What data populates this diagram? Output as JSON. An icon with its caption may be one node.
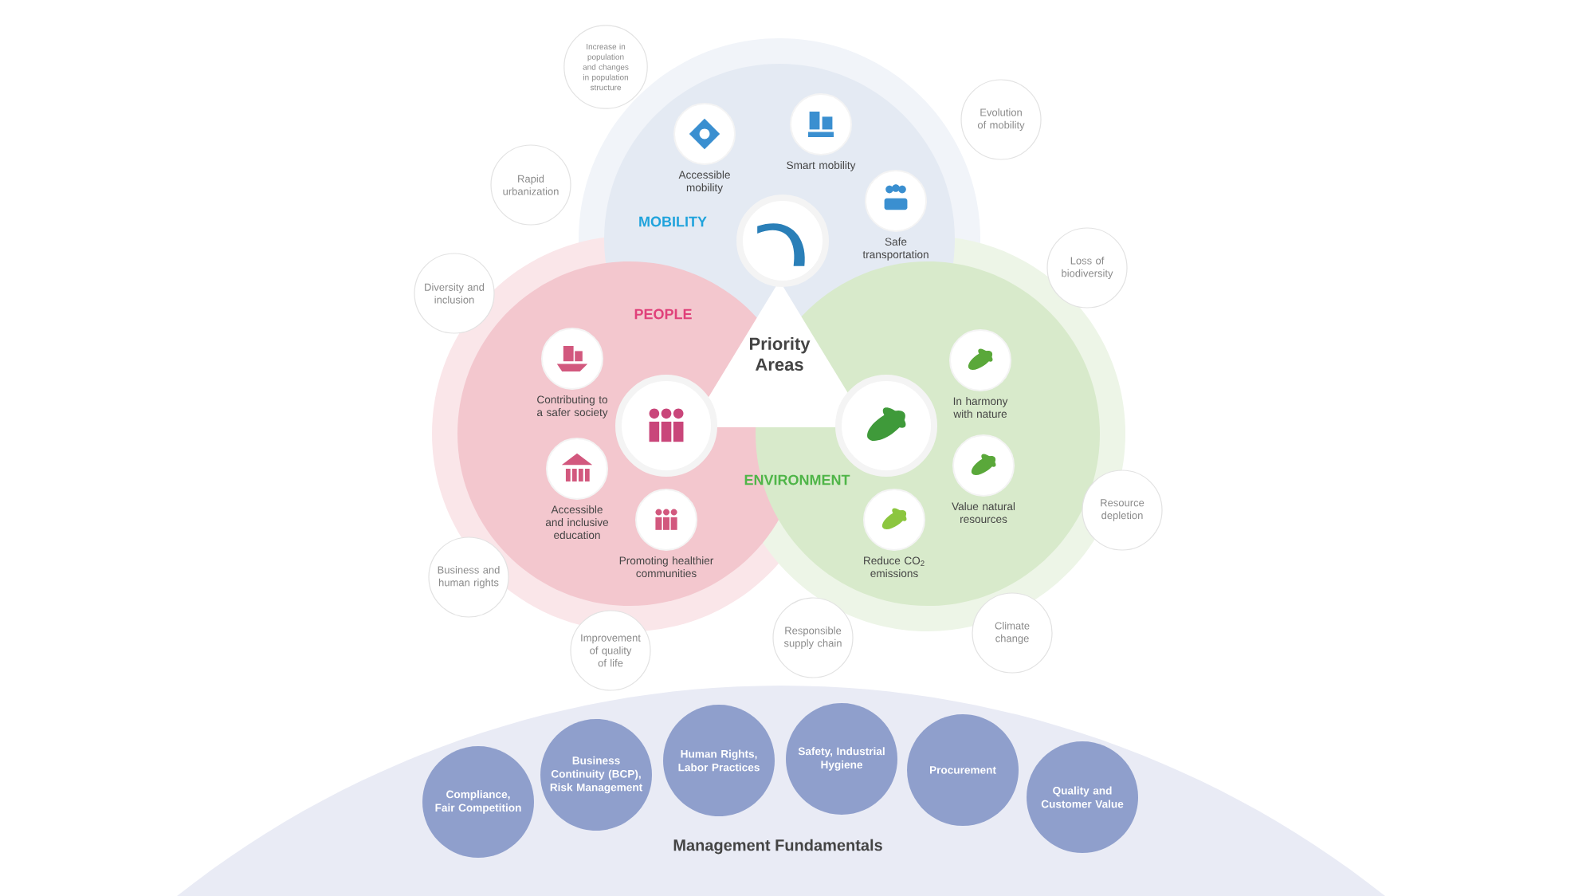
{
  "diagram": {
    "nodes": [
      {
        "text": [
          "MOBILITY"
        ]
      },
      {
        "text": [
          "PEOPLE"
        ]
      },
      {
        "text": [
          "ENVIRONMENT"
        ]
      },
      {
        "text": [
          "Priority Areas"
        ]
      },
      {
        "text": [],
        "shape": "picture",
        "in": 0
      },
      {
        "text": [],
        "shape": "picture",
        "beside": [
          "Accessible mobility"
        ],
        "in": 0
      },
      {
        "text": [],
        "shape": "picture",
        "beside": [
          "Smart mobility"
        ],
        "in": 0
      },
      {
        "text": [],
        "shape": "picture",
        "beside": [
          "Safe transportation"
        ],
        "in": 0
      },
      {
        "text": [],
        "shape": "picture",
        "in": 1
      },
      {
        "text": [],
        "shape": "picture",
        "beside": [
          "Contributing to a safer society"
        ],
        "in": 1
      },
      {
        "text": [],
        "shape": "picture",
        "beside": [
          "Accessible and inclusive education"
        ],
        "in": 1
      },
      {
        "text": [],
        "shape": "picture",
        "beside": [
          "Promoting healthier communities"
        ],
        "in": 1
      },
      {
        "text": [],
        "shape": "picture",
        "in": 2
      },
      {
        "text": [],
        "shape": "picture",
        "beside": [
          "In harmony with nature"
        ],
        "in": 2
      },
      {
        "text": [],
        "shape": "picture",
        "beside": [
          "Value natural resources"
        ],
        "in": 2
      },
      {
        "text": [],
        "shape": "picture",
        "beside": [
          "Reduce CO$_{2}$ emissions"
        ],
        "in": 2
      },
      {
        "text": [
          "Increase in population and changes in population structure"
        ]
      },
      {
        "text": [
          "Evolution of mobility"
        ]
      },
      {
        "text": [
          "Rapid urbanization"
        ]
      },
      {
        "text": [
          "Loss of biodiversity"
        ]
      },
      {
        "text": [
          "Diversity and inclusion"
        ]
      },
      {
        "text": [
          "Resource depletion"
        ]
      },
      {
        "text": [
          "Business and human rights"
        ]
      },
      {
        "text": [
          "Climate change"
        ]
      },
      {
        "text": [
          "Responsible supply chain"
        ]
      },
      {
        "text": [
          "Improvement of quality of life"
        ]
      },
      {
        "text": [
          "Management Fundamentals"
        ]
      },
      {
        "text": [
          "Compliance, Fair Competition"
        ],
        "in": 26
      },
      {
        "text": [
          "Business Continuity (BCP), Risk Management"
        ],
        "in": 26
      },
      {
        "text": [
          "Human Rights, Labor Practices"
        ],
        "in": 26
      },
      {
        "text": [
          "Safety, Industrial Hygiene"
        ],
        "in": 26
      },
      {
        "text": [
          "Procurement"
        ],
        "in": 26
      },
      {
        "text": [
          "Quality and Customer Value"
        ],
        "in": 26
      }
    ]
  }
}
